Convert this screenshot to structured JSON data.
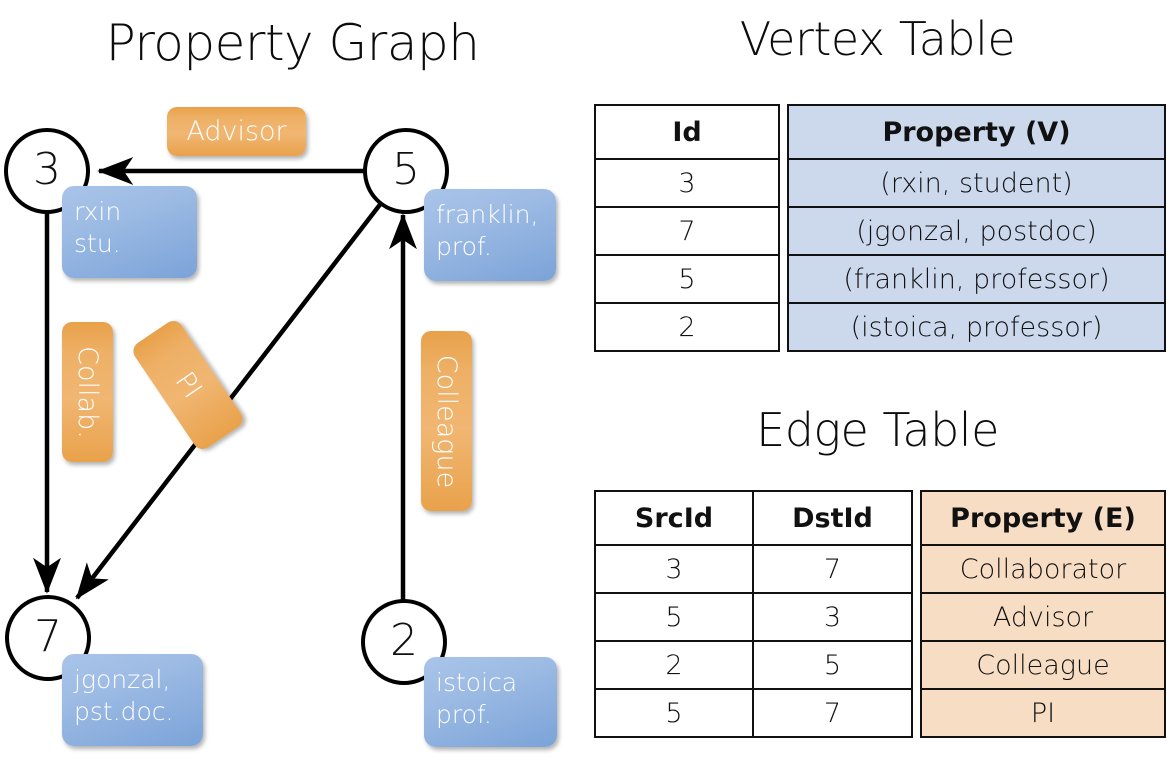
{
  "titles": {
    "property_graph": "Property Graph",
    "vertex_table": "Vertex Table",
    "edge_table": "Edge Table"
  },
  "graph": {
    "vertices": [
      {
        "id": "3",
        "property_lines": [
          "rxin",
          "stu."
        ]
      },
      {
        "id": "5",
        "property_lines": [
          "franklin,",
          "prof."
        ]
      },
      {
        "id": "7",
        "property_lines": [
          "jgonzal,",
          "pst.doc."
        ]
      },
      {
        "id": "2",
        "property_lines": [
          "istoica",
          "prof."
        ]
      }
    ],
    "vertex_labels": {
      "v3": "3",
      "v5": "5",
      "v7": "7",
      "v2": "2"
    },
    "property_boxes": {
      "rxin_line1": "rxin",
      "rxin_line2": "stu.",
      "franklin_line1": "franklin,",
      "franklin_line2": "prof.",
      "jgonzal_line1": "jgonzal,",
      "jgonzal_line2": "pst.doc.",
      "istoica_line1": "istoica",
      "istoica_line2": "prof."
    },
    "edge_labels": {
      "advisor": "Advisor",
      "collab": "Collab.",
      "pi": "PI",
      "colleague": "Colleague"
    },
    "edges": [
      {
        "from": "5",
        "to": "3",
        "label": "Advisor"
      },
      {
        "from": "3",
        "to": "7",
        "label": "Collab."
      },
      {
        "from": "5",
        "to": "7",
        "label": "PI"
      },
      {
        "from": "2",
        "to": "5",
        "label": "Colleague"
      }
    ]
  },
  "vertex_table": {
    "headers": [
      "Id",
      "Property (V)"
    ],
    "rows": [
      {
        "id": "3",
        "property": "(rxin, student)"
      },
      {
        "id": "7",
        "property": "(jgonzal, postdoc)"
      },
      {
        "id": "5",
        "property": "(franklin, professor)"
      },
      {
        "id": "2",
        "property": "(istoica, professor)"
      }
    ]
  },
  "edge_table": {
    "headers": [
      "SrcId",
      "DstId",
      "Property (E)"
    ],
    "rows": [
      {
        "src": "3",
        "dst": "7",
        "property": "Collaborator"
      },
      {
        "src": "5",
        "dst": "3",
        "property": "Advisor"
      },
      {
        "src": "2",
        "dst": "5",
        "property": "Colleague"
      },
      {
        "src": "5",
        "dst": "7",
        "property": "PI"
      }
    ]
  },
  "colors": {
    "vertex_property_blue": "#8db0de",
    "edge_label_orange": "#eeb066",
    "vertex_table_fill": "#ccd9ed",
    "edge_table_fill": "#f7ddc3",
    "stroke": "#000000"
  }
}
